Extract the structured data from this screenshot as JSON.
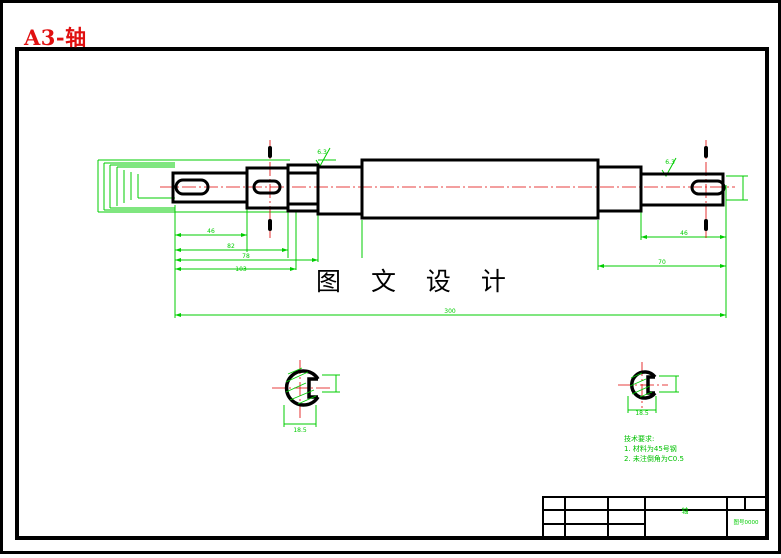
{
  "drawing": {
    "corner_title": "A3-轴",
    "watermark": "图 文 设 计",
    "colors": {
      "outline": "#000000",
      "dimension": "#00cc00",
      "centerline": "#e00000",
      "title_text": "#e01010"
    }
  },
  "dimensions": {
    "d_46_left": "46",
    "d_82": "82",
    "d_78": "78",
    "d_103": "103",
    "d_300": "300",
    "d_70": "70",
    "d_46_right": "46",
    "section_left_width": "18.5",
    "section_right_width": "18.5",
    "roughness_left": "6.3",
    "roughness_right": "6.3"
  },
  "tech_notes": {
    "heading": "技术要求:",
    "line1": "1. 材料为45号钢",
    "line2": "2. 未注倒角为C0.5"
  },
  "title_block": {
    "part_name": "轴",
    "drawing_number": "图号0000"
  }
}
